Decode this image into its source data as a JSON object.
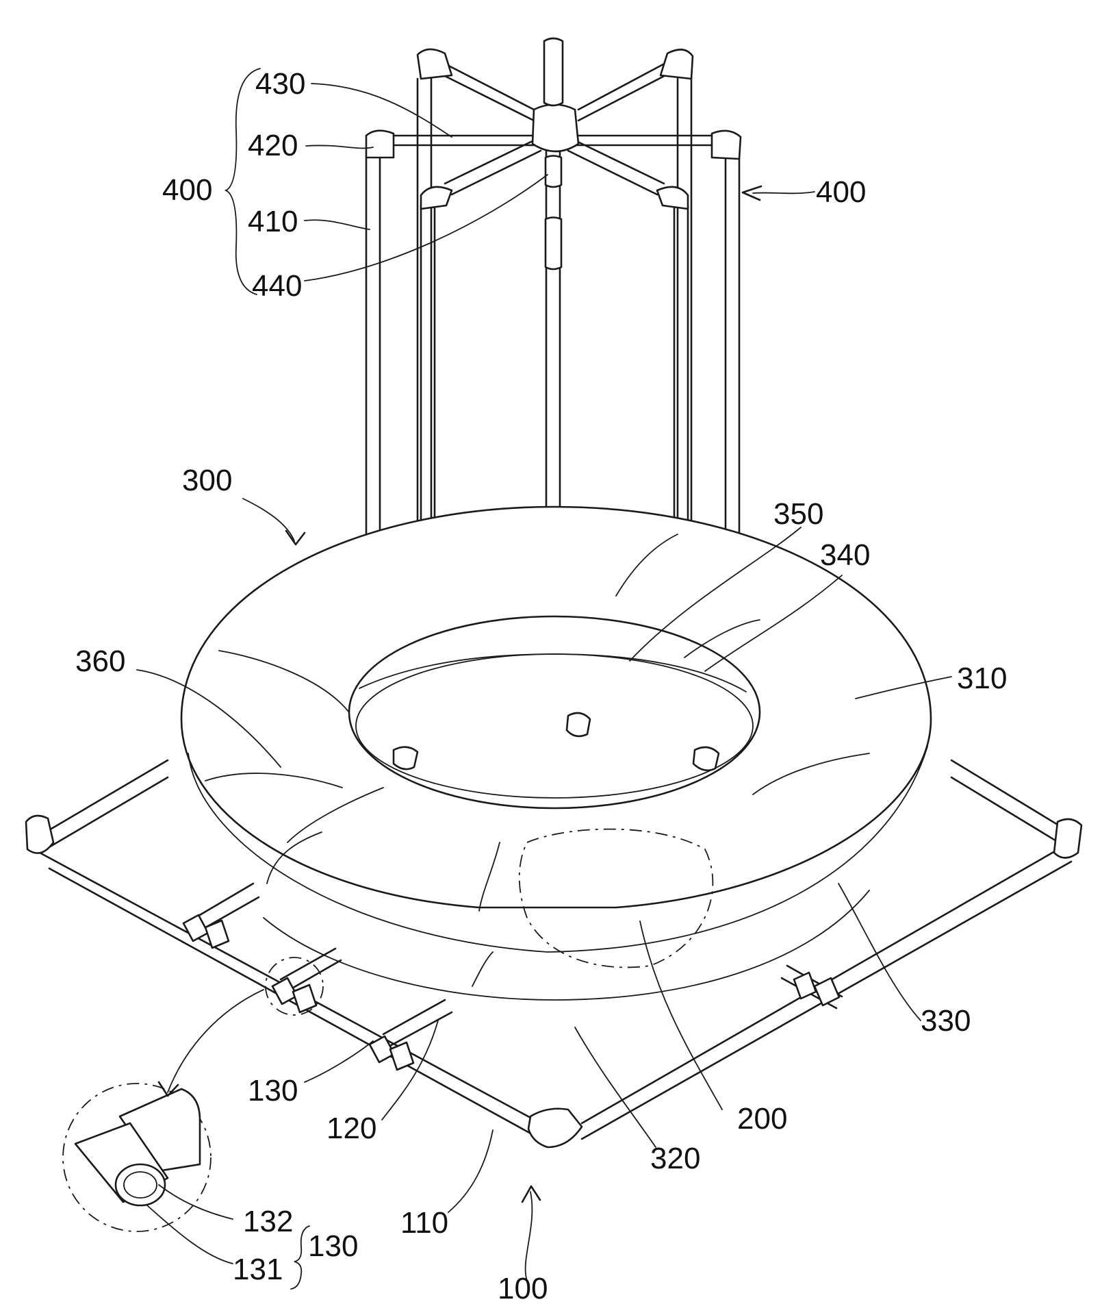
{
  "labels": {
    "l430": "430",
    "l420": "420",
    "l400_brace": "400",
    "l410": "410",
    "l440": "440",
    "l400_arrow": "400",
    "l300": "300",
    "l350": "350",
    "l340": "340",
    "l360": "360",
    "l310": "310",
    "l330": "330",
    "l200": "200",
    "l130_main": "130",
    "l120": "120",
    "l110": "110",
    "l320": "320",
    "l132": "132",
    "l131": "131",
    "l130_detail": "130",
    "l100": "100"
  }
}
